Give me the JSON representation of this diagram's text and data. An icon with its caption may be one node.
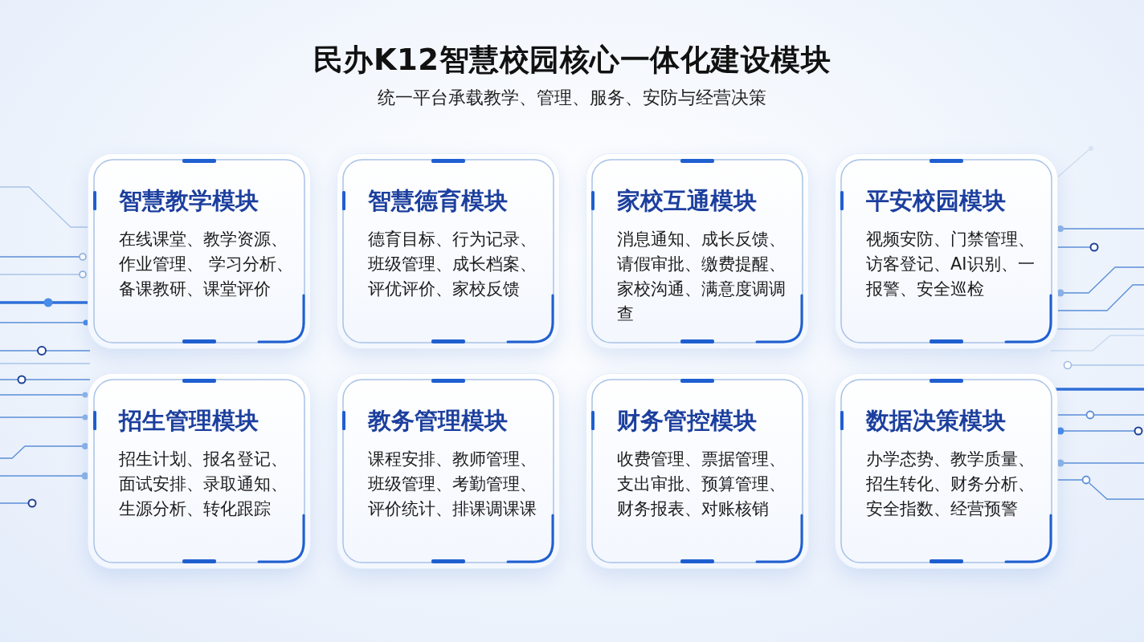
{
  "diagram": {
    "title": "民办K12智慧校园核心一体化建设模块",
    "nodes": [
      {
        "text": [
          "智慧教学模块",
          "在线课堂、教学资源、作业管理、 学习分析、备课教研、课堂评价"
        ]
      },
      {
        "text": [
          "智慧德育模块",
          "德育目标、行为记录、班级管理、成长档案、评优评价、家校反馈"
        ]
      },
      {
        "text": [
          "家校互通模块",
          "消息通知、成长反馈、请假审批、缴费提醒、家校沟通、满意度调调查"
        ]
      },
      {
        "text": [
          "平安校园模块",
          "视频安防、门禁管理、访客登记、AI识别、一报警、安全巡检"
        ]
      },
      {
        "text": [
          "招生管理模块",
          "招生计划、报名登记、面试安排、录取通知、生源分析、转化跟踪"
        ]
      },
      {
        "text": [
          "教务管理模块",
          "课程安排、教师管理、班级管理、考勤管理、评价统计、排课调课课"
        ]
      },
      {
        "text": [
          "财务管控模块",
          "收费管理、票据管理、支出审批、预算管理、财务报表、对账核销"
        ]
      },
      {
        "text": [
          "数据决策模块",
          "办学态势、教学质量、招生转化、财务分析、安全指数、经营预警"
        ]
      }
    ],
    "labels": [
      "统一平台承载教学、管理、服务、安防与经营决策"
    ]
  }
}
